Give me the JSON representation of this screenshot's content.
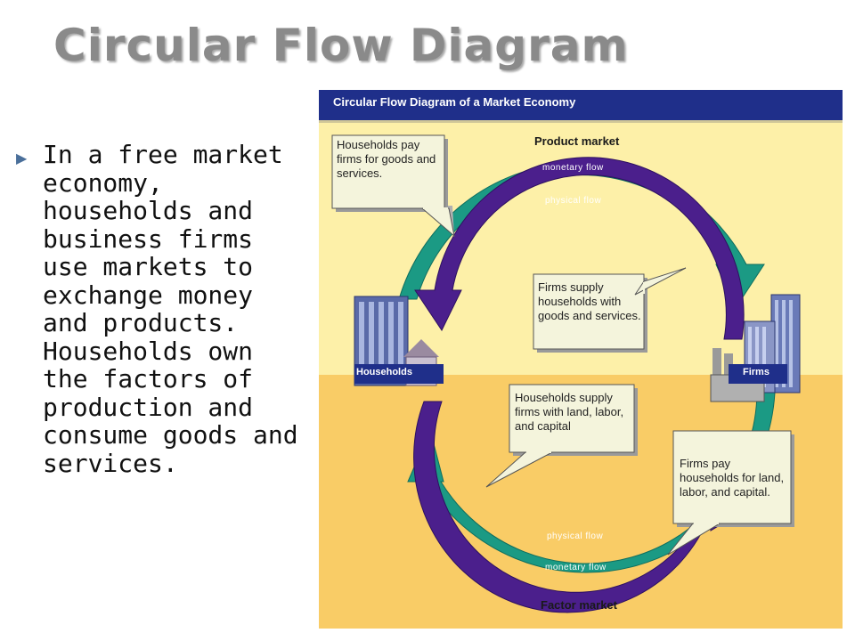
{
  "slide": {
    "title": "Circular Flow Diagram",
    "bullet": "In a free market economy, households and business firms use markets to exchange money and products. Households own the factors of production and consume goods and services."
  },
  "diagram": {
    "title": "Circular Flow Diagram of a Market Economy",
    "product_market": "Product market",
    "factor_market": "Factor market",
    "top_outer_flow": "monetary flow",
    "top_inner_flow": "physical flow",
    "bottom_inner_flow": "physical flow",
    "bottom_outer_flow": "monetary flow",
    "households_label": "Households",
    "firms_label": "Firms",
    "callouts": {
      "households_pay": "Households pay firms for goods and services.",
      "firms_supply": "Firms supply households with goods and services.",
      "households_supply": "Households supply firms with land, labor, and capital",
      "firms_pay": "Firms pay households for land, labor, and capital."
    },
    "colors": {
      "header": "#1f2f8a",
      "upper_bg": "#fdf0a8",
      "lower_bg": "#f9cc66",
      "monetary_ring": "#1b9a84",
      "physical_ring": "#4b1f8c",
      "callout_fill": "#f4f4dc"
    }
  }
}
